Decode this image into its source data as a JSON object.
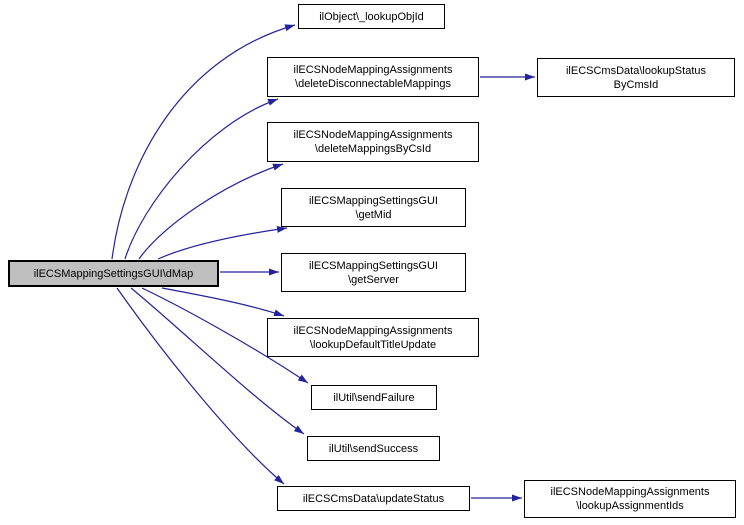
{
  "diagram": {
    "type": "call-graph",
    "background_color": "#ffffff",
    "edge_color": "#23239b",
    "node_fill": "#ffffff",
    "node_border_color": "#000000",
    "main_node_fill": "#bfbfbf"
  },
  "nodes": {
    "main": {
      "label": "ilECSMappingSettingsGUI\\dMap"
    },
    "lookup_obj_id": {
      "label": "ilObject\\_lookupObjId"
    },
    "delete_disconnectable_mappings": {
      "label": "ilECSNodeMappingAssignments\n\\deleteDisconnectableMappings"
    },
    "lookup_status_by_cms_id": {
      "label": "ilECSCmsData\\lookupStatus\nByCmsId"
    },
    "delete_mappings_by_cs_id": {
      "label": "ilECSNodeMappingAssignments\n\\deleteMappingsByCsId"
    },
    "get_mid": {
      "label": "ilECSMappingSettingsGUI\n\\getMid"
    },
    "get_server": {
      "label": "ilECSMappingSettingsGUI\n\\getServer"
    },
    "lookup_default_title_update": {
      "label": "ilECSNodeMappingAssignments\n\\lookupDefaultTitleUpdate"
    },
    "send_failure": {
      "label": "ilUtil\\sendFailure"
    },
    "send_success": {
      "label": "ilUtil\\sendSuccess"
    },
    "update_status": {
      "label": "ilECSCmsData\\updateStatus"
    },
    "lookup_assignment_ids": {
      "label": "ilECSNodeMappingAssignments\n\\lookupAssignmentIds"
    }
  },
  "graph": {
    "edges": [
      {
        "from": "main",
        "to": "lookup_obj_id"
      },
      {
        "from": "main",
        "to": "delete_disconnectable_mappings"
      },
      {
        "from": "main",
        "to": "delete_mappings_by_cs_id"
      },
      {
        "from": "main",
        "to": "get_mid"
      },
      {
        "from": "main",
        "to": "get_server"
      },
      {
        "from": "main",
        "to": "lookup_default_title_update"
      },
      {
        "from": "main",
        "to": "send_failure"
      },
      {
        "from": "main",
        "to": "send_success"
      },
      {
        "from": "main",
        "to": "update_status"
      },
      {
        "from": "delete_disconnectable_mappings",
        "to": "lookup_status_by_cms_id"
      },
      {
        "from": "update_status",
        "to": "lookup_assignment_ids"
      }
    ]
  }
}
